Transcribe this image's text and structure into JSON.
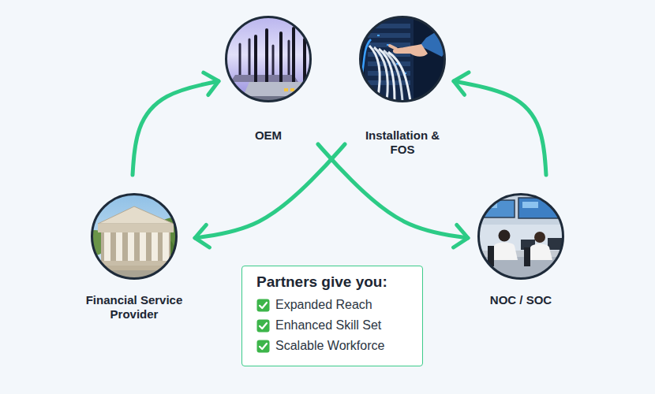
{
  "diagram": {
    "nodes": [
      {
        "text": [
          "OEM"
        ]
      },
      {
        "text": [
          "Installation & FOS"
        ]
      },
      {
        "text": [
          "Financial Service Provider"
        ]
      },
      {
        "text": [
          "NOC / SOC"
        ]
      },
      {
        "text": [
          "Partners give you:",
          "Expanded Reach",
          "Enhanced Skill Set",
          "Scalable Workforce"
        ]
      }
    ],
    "edges": [
      {
        "from": 2,
        "to": 0,
        "arrow": "to"
      },
      {
        "from": 3,
        "to": 1,
        "arrow": "to"
      },
      {
        "from": 0,
        "to": 3,
        "arrow": "to"
      },
      {
        "from": 1,
        "to": 2,
        "arrow": "to"
      }
    ]
  }
}
